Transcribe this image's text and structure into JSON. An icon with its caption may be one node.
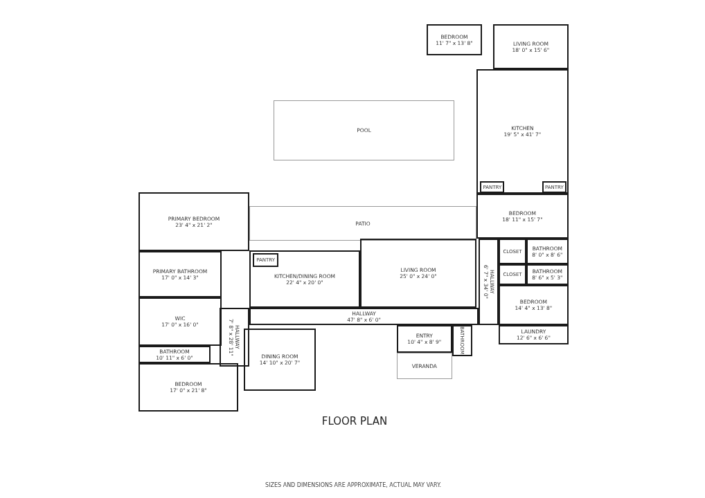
{
  "diagram": {
    "title": "FLOOR PLAN",
    "nodes": [
      {
        "text": [
          "BEDROOM",
          "11' 7\" x 13' 8\""
        ]
      },
      {
        "text": [
          "LIVING ROOM",
          "18' 0\" x 15' 6\""
        ]
      },
      {
        "text": [
          "KITCHEN",
          "19' 5\" x 41' 7\""
        ]
      },
      {
        "text": [
          "PANTRY"
        ],
        "in": 2
      },
      {
        "text": [
          "PANTRY"
        ],
        "in": 2
      },
      {
        "text": [
          "POOL"
        ]
      },
      {
        "text": [
          "PRIMARY BEDROOM",
          "23' 4\" x 21' 2\""
        ]
      },
      {
        "text": [
          "PATIO"
        ]
      },
      {
        "text": [
          "BEDROOM",
          "18' 11\" x 15' 7\""
        ]
      },
      {
        "text": [
          "PANTRY"
        ],
        "in": 16
      },
      {
        "text": [
          "PRIMARY BATHROOM",
          "17' 0\" x 14' 3\""
        ]
      },
      {
        "text": [
          "LIVING ROOM",
          "25' 0\" x 24' 0\""
        ]
      },
      {
        "text": [
          "CLOSET"
        ]
      },
      {
        "text": [
          "BATHROOM",
          "8' 0\" x 8' 6\""
        ]
      },
      {
        "text": [
          "CLOSET"
        ]
      },
      {
        "text": [
          "BATHROOM",
          "8' 6\" x 5' 3\""
        ]
      },
      {
        "text": [
          "KITCHEN/DINING ROOM",
          "22' 4\" x 20' 0\""
        ]
      },
      {
        "text": [
          "HALLWAY",
          "6' 7\" x 34' 0\""
        ]
      },
      {
        "text": [
          "WIC",
          "17' 0\" x 16' 0\""
        ]
      },
      {
        "text": [
          "BEDROOM",
          "14' 4\" x 13' 8\""
        ]
      },
      {
        "text": [
          "HALLWAY",
          "47' 8\" x 6' 0\""
        ]
      },
      {
        "text": [
          "HALLWAY",
          "7' 8\" x 28' 11\""
        ]
      },
      {
        "text": [
          "ENTRY",
          "10' 4\" x 8' 9\""
        ]
      },
      {
        "text": [
          "BATHROOM"
        ]
      },
      {
        "text": [
          "LAUNDRY",
          "12' 6\" x 6' 6\""
        ]
      },
      {
        "text": [
          "BATHROOM",
          "10' 11\" x 6' 0\""
        ]
      },
      {
        "text": [
          "DINING ROOM",
          "14' 10\" x 20' 7\""
        ]
      },
      {
        "text": [
          "VERANDA"
        ]
      },
      {
        "text": [
          "BEDROOM",
          "17' 0\" x 21' 8\""
        ]
      }
    ],
    "labels": [
      "SIZES AND DIMENSIONS ARE APPROXIMATE, ACTUAL MAY VARY."
    ]
  }
}
